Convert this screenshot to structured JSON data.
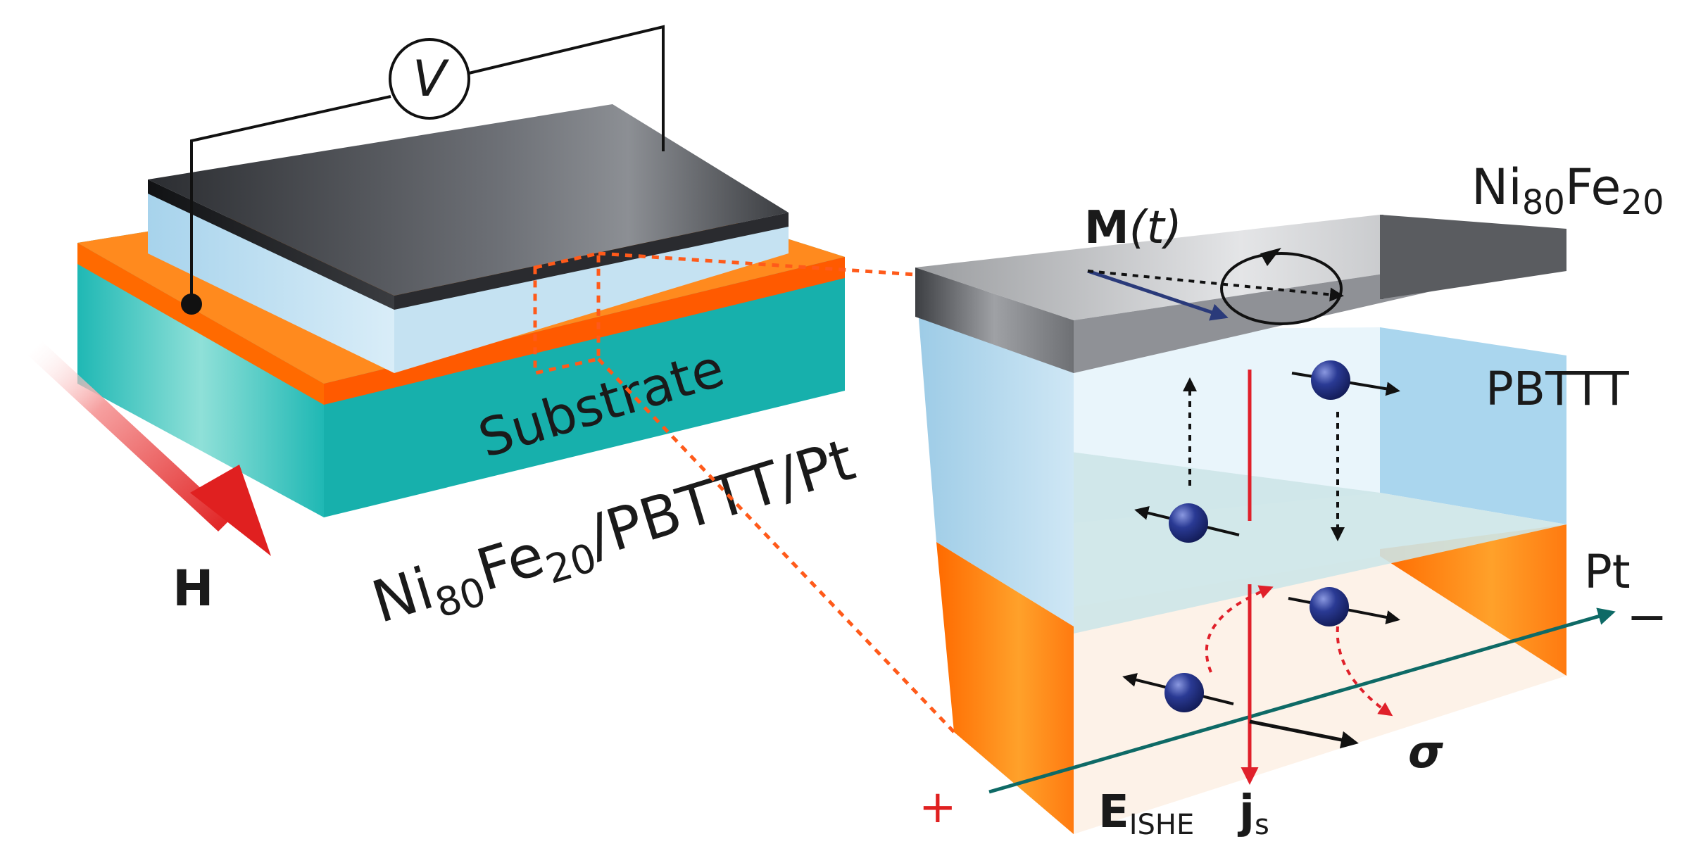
{
  "labels": {
    "voltmeter": "V",
    "field": "H",
    "substrate": "Substrate",
    "stack": {
      "a": "Ni",
      "a_sub": "80",
      "b": "Fe",
      "b_sub": "20",
      "rest": "/PBTTT/Pt"
    },
    "ferromagnet": {
      "a": "Ni",
      "a_sub": "80",
      "b": "Fe",
      "b_sub": "20"
    },
    "magnetization": {
      "bold": "M",
      "arg": "(t)"
    },
    "organic": "PBTTT",
    "metal": "Pt",
    "minus": "−",
    "plus": "+",
    "efield": {
      "main": "E",
      "sub": "ISHE"
    },
    "spin_current": {
      "main": "j",
      "sub": "s"
    },
    "spin_polarization": "σ"
  },
  "colors": {
    "ferromagnet": "#4a4c50",
    "organic": "#b9dcef",
    "platinum": "#ff7a10",
    "substrate": "#2cc4bd",
    "field_arrow": "#e02020",
    "electron": "#1c2a6e",
    "axis": "#0e6a66",
    "spin_arrow": "#e0202a",
    "guide": "#ff5a1a"
  }
}
